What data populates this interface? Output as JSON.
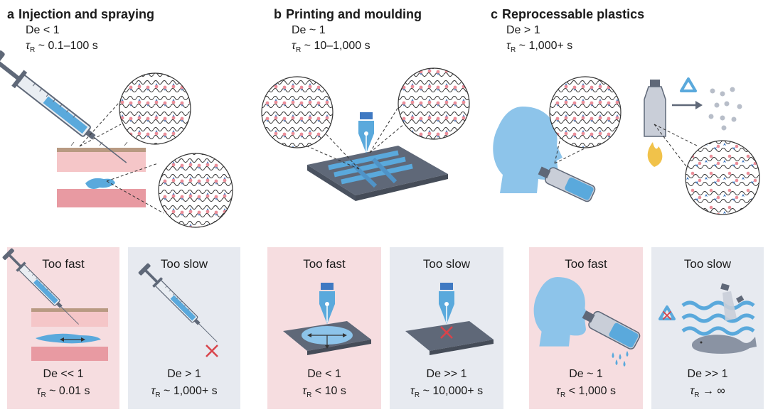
{
  "panels": [
    {
      "letter": "a",
      "title": "Injection and spraying",
      "de": "De < 1",
      "tau_prefix": "τ",
      "tau_sub": "R",
      "tau_value": " ~ 0.1–100 s",
      "fast": {
        "heading": "Too fast",
        "de": "De << 1",
        "tau_sub": "R",
        "tau_value": " ~ 0.01 s"
      },
      "slow": {
        "heading": "Too slow",
        "de": "De > 1",
        "tau_sub": "R",
        "tau_value": " ~ 1,000+ s"
      }
    },
    {
      "letter": "b",
      "title": "Printing and moulding",
      "de": "De ~ 1",
      "tau_prefix": "τ",
      "tau_sub": "R",
      "tau_value": " ~ 10–1,000 s",
      "fast": {
        "heading": "Too fast",
        "de": "De < 1",
        "tau_sub": "R",
        "tau_value": " < 10 s"
      },
      "slow": {
        "heading": "Too slow",
        "de": "De >> 1",
        "tau_sub": "R",
        "tau_value": " ~ 10,000+ s"
      }
    },
    {
      "letter": "c",
      "title": "Reprocessable plastics",
      "de": "De > 1",
      "tau_prefix": "τ",
      "tau_sub": "R",
      "tau_value": " ~ 1,000+ s",
      "fast": {
        "heading": "Too fast",
        "de": "De ~ 1",
        "tau_sub": "R",
        "tau_value": " < 1,000 s"
      },
      "slow": {
        "heading": "Too slow",
        "de": "De >> 1",
        "tau_sub": "R",
        "tau_value": " → ∞"
      }
    }
  ],
  "icons": {
    "syringe": "syringe-icon",
    "pen_nozzle": "print-nozzle-icon",
    "head": "human-head-icon",
    "bottle": "bottle-icon",
    "recycle": "recycle-icon",
    "flame": "flame-icon",
    "whale": "whale-icon",
    "cross": "x-mark-icon"
  },
  "colors": {
    "fast_bg": "#f6dde0",
    "slow_bg": "#e7eaf0",
    "blue": "#5aa9dc",
    "steel": "#5f6878",
    "skin_light": "#f5c6c8",
    "skin_dark": "#e89aa2",
    "cross_red": "#d9434a",
    "pink_unit": "#ec8e99",
    "blue_unit": "#3f79c2"
  }
}
